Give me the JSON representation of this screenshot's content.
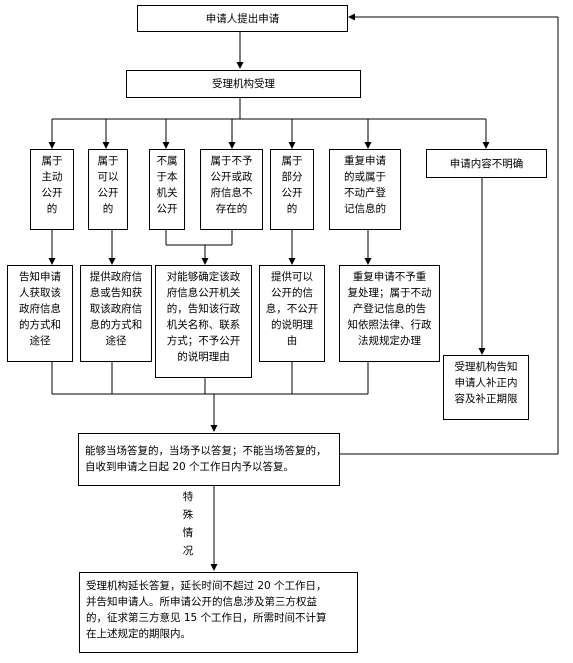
{
  "nodes": {
    "start": "申请人提出申请",
    "accept": "受理机构受理",
    "c1": [
      "属于",
      "主动",
      "公开",
      "的"
    ],
    "c2": [
      "属于",
      "可以",
      "公开",
      "的"
    ],
    "c3": [
      "不属",
      "于本",
      "机关",
      "公开"
    ],
    "c4": [
      "属于不予",
      "公开或政",
      "府信息不",
      "存在的"
    ],
    "c5": [
      "属于",
      "部分",
      "公开",
      "的"
    ],
    "c6": [
      "重复申请",
      "的或属于",
      "不动产登",
      "记信息的"
    ],
    "c7": "申请内容不明确",
    "r1": [
      "告知申请",
      "人获取该",
      "政府信息",
      "的方式和",
      "途径"
    ],
    "r2": [
      "提供政府信",
      "息或告知获",
      "取该政府信",
      "息的方式和",
      "途径"
    ],
    "r3": [
      "对能够确定该政",
      "府信息公开机关",
      "的，告知该行政",
      "机关名称、联系",
      "方式；不予公开",
      "的说明理由"
    ],
    "r4": [
      "提供可以",
      "公开的信",
      "息，不公开",
      "的说明理",
      "由"
    ],
    "r5": [
      "重复申请不予重",
      "复处理；属于不动",
      "产登记信息的告",
      "知依照法律、行政",
      "法规规定办理"
    ],
    "r7": [
      "受理机构告知",
      "申请人补正内",
      "容及补正期限"
    ],
    "reply": [
      "能够当场答复的，当场予以答复；不能当场答复的，",
      "自收到申请之日起 20 个工作日内予以答复。"
    ],
    "special": [
      "特",
      "殊",
      "情",
      "况"
    ],
    "extend": [
      "受理机构延长答复，延长时间不超过 20 个工作日，",
      "并告知申请人。所申请公开的信息涉及第三方权益",
      "的，征求第三方意见 15 个工作日，所需时间不计算",
      "在上述规定的期限内。"
    ]
  },
  "colors": {
    "line": "#000000",
    "background": "#ffffff"
  }
}
